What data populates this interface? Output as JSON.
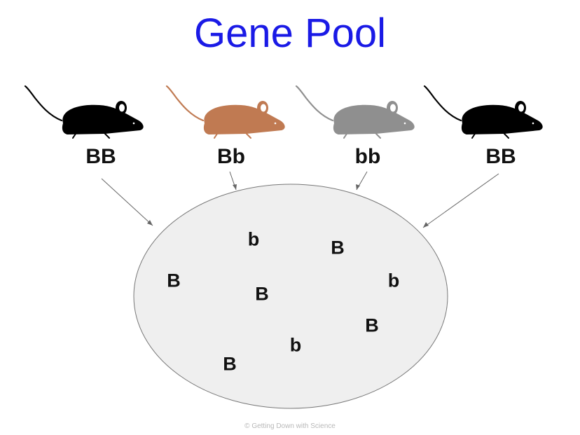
{
  "title": "Gene Pool",
  "mice": [
    {
      "genotype": "BB",
      "color": "#000000"
    },
    {
      "genotype": "Bb",
      "color": "#c07a52"
    },
    {
      "genotype": "bb",
      "color": "#8f8f8f"
    },
    {
      "genotype": "BB",
      "color": "#000000"
    }
  ],
  "pool": {
    "fill": "#efefef",
    "alleles": [
      "b",
      "B",
      "B",
      "b",
      "B",
      "B",
      "b",
      "B"
    ]
  },
  "credit": "© Getting Down with Science"
}
